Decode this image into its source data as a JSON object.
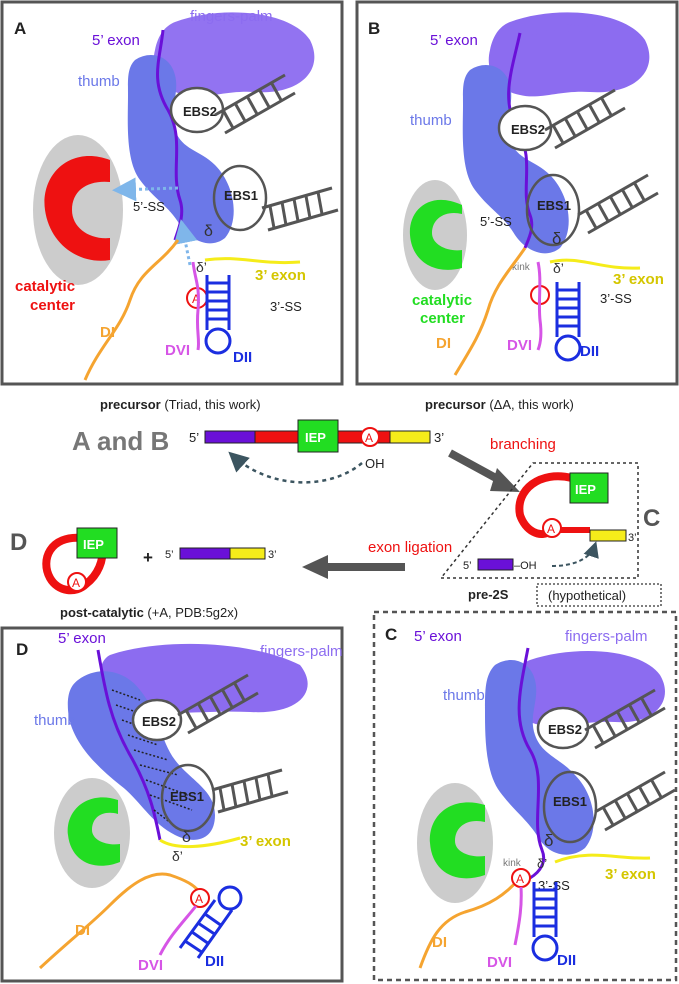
{
  "panels": {
    "A": {
      "letter": "A",
      "labels": {
        "fingers_palm": "fingers-palm",
        "exon5": "5’ exon",
        "thumb": "thumb",
        "ebs2": "EBS2",
        "ebs1": "EBS1",
        "ss5": "5’-SS",
        "delta": "δ",
        "delta_prime": "δ’",
        "exon3": "3’ exon",
        "ss3": "3’-SS",
        "catalytic": "catalytic",
        "center": "center",
        "di": "DI",
        "dvi": "DVI",
        "dii": "DII",
        "a": "A"
      },
      "caption_bold": "precursor",
      "caption_rest": " (Triad, this work)"
    },
    "B": {
      "letter": "B",
      "labels": {
        "fingers_palm": "fingers-palm",
        "exon5": "5’ exon",
        "thumb": "thumb",
        "ebs2": "EBS2",
        "ebs1": "EBS1",
        "ss5": "5’-SS",
        "delta": "δ",
        "delta_prime": "δ’",
        "kink": "kink",
        "exon3": "3’ exon",
        "ss3": "3’-SS",
        "catalytic": "catalytic",
        "center": "center",
        "di": "DI",
        "dvi": "DVI",
        "dii": "DII"
      },
      "caption_bold": "precursor",
      "caption_rest": " (ΔA, this work)"
    },
    "C": {
      "letter": "C",
      "labels": {
        "exon5": "5’ exon",
        "fingers_palm": "fingers-palm",
        "thumb": "thumb",
        "ebs2": "EBS2",
        "ebs1": "EBS1",
        "delta": "δ",
        "delta_prime": "δ’",
        "kink": "kink",
        "exon3": "3’ exon",
        "ss3": "3’-SS",
        "di": "DI",
        "dvi": "DVI",
        "dii": "DII",
        "a": "A"
      }
    },
    "D": {
      "letter": "D",
      "labels": {
        "exon5": "5’ exon",
        "fingers_palm": "fingers-palm",
        "thumb": "thumb",
        "ebs2": "EBS2",
        "ebs1": "EBS1",
        "delta": "δ",
        "delta_prime": "δ’",
        "exon3": "3’ exon",
        "di": "DI",
        "dvi": "DVI",
        "dii": "DII",
        "a": "A"
      }
    }
  },
  "scheme": {
    "ab_title": "A and B",
    "five": "5’",
    "three": "3’",
    "iep": "IEP",
    "a": "A",
    "oh": "OH",
    "branching": "branching",
    "c_letter": "C",
    "pre2s_five": "5’",
    "pre2s_oh": "–OH",
    "pre2s_three": "3’",
    "pre2s_label": "pre-2S",
    "hypothetical": "(hypothetical)",
    "exon_ligation": "exon ligation",
    "d_letter": "D",
    "plus": "+",
    "post_bold": "post-catalytic",
    "post_rest": " (+A, PDB:5g2x)"
  },
  "colors": {
    "protein": "#6b78e8",
    "fingers": "#8c6cf0",
    "catalytic_red": "#ee1111",
    "catalytic_green": "#22dd22",
    "exon5": "#6a10d8",
    "exon3": "#f5ec1a",
    "di": "#f5a430",
    "dvi": "#d655e6",
    "dii": "#1b2ee0",
    "iep": "#22dd22",
    "arrow_gray": "#555555"
  }
}
